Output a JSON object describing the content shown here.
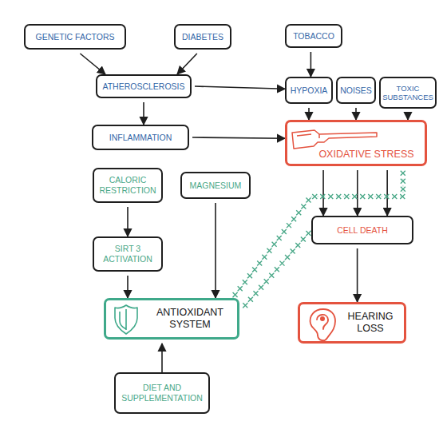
{
  "diagram": {
    "nodes": [
      {
        "text": [
          "GENETIC FACTORS"
        ]
      },
      {
        "text": [
          "DIABETES"
        ]
      },
      {
        "text": [
          "TOBACCO"
        ]
      },
      {
        "text": [
          "ATHEROSCLEROSIS"
        ]
      },
      {
        "text": [
          "HYPOXIA"
        ]
      },
      {
        "text": [
          "NOISES"
        ]
      },
      {
        "text": [
          "TOXIC SUBSTANCES"
        ]
      },
      {
        "text": [
          "INFLAMMATION"
        ]
      },
      {
        "text": [
          "OXIDATIVE STRESS"
        ]
      },
      {
        "text": [
          "CALORIC RESTRICTION"
        ]
      },
      {
        "text": [
          "MAGNESIUM"
        ]
      },
      {
        "text": [
          "CELL DEATH"
        ]
      },
      {
        "text": [
          "SIRT 3 ACTIVATION"
        ]
      },
      {
        "text": [
          "ANTIOXIDANT SYSTEM"
        ]
      },
      {
        "text": [
          "HEARING LOSS"
        ]
      },
      {
        "text": [
          "DIET AND SUPPLEMENTATION"
        ]
      }
    ],
    "edges": [
      {
        "from": 0,
        "to": 3,
        "arrow": "to"
      },
      {
        "from": 1,
        "to": 3,
        "arrow": "to"
      },
      {
        "from": 2,
        "to": 4,
        "arrow": "to"
      },
      {
        "from": 3,
        "to": 4,
        "arrow": "to"
      },
      {
        "from": 3,
        "to": 7,
        "arrow": "to"
      },
      {
        "from": 7,
        "to": 8,
        "arrow": "to"
      },
      {
        "from": 4,
        "to": 8,
        "arrow": "to"
      },
      {
        "from": 5,
        "to": 8,
        "arrow": "to"
      },
      {
        "from": 6,
        "to": 8,
        "arrow": "to"
      },
      {
        "from": 8,
        "to": 11,
        "arrow": "to"
      },
      {
        "from": 8,
        "to": 11,
        "arrow": "to"
      },
      {
        "from": 8,
        "to": 11,
        "arrow": "to"
      },
      {
        "from": 11,
        "to": 14,
        "arrow": "to"
      },
      {
        "from": 9,
        "to": 12,
        "arrow": "to"
      },
      {
        "from": 12,
        "to": 13,
        "arrow": "to"
      },
      {
        "from": 10,
        "to": 13,
        "arrow": "to"
      },
      {
        "from": 15,
        "to": 13,
        "arrow": "to"
      },
      {
        "from": 13,
        "to": 8,
        "arrow": "none"
      },
      {
        "from": 13,
        "to": 11,
        "arrow": "none"
      }
    ]
  }
}
